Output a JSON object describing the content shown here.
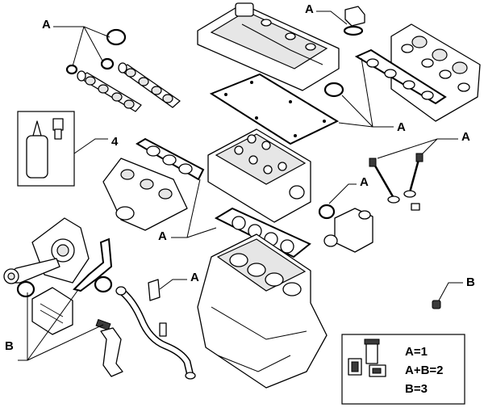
{
  "callouts": {
    "a": "A",
    "b": "B",
    "four": "4"
  },
  "legend": {
    "line1": "A=1",
    "line2": "A+B=2",
    "line3": "B=3"
  }
}
